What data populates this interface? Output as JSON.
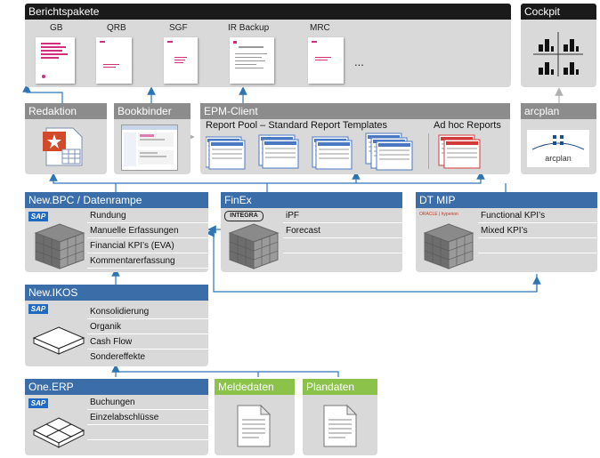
{
  "berichtspakete": {
    "title": "Berichtspakete",
    "items": [
      "GB",
      "QRB",
      "SGF",
      "IR Backup",
      "MRC"
    ],
    "more": "..."
  },
  "cockpit": {
    "title": "Cockpit"
  },
  "redaktion": {
    "title": "Redaktion"
  },
  "bookbinder": {
    "title": "Bookbinder"
  },
  "epm": {
    "title": "EPM-Client",
    "pool_label": "Report Pool – Standard Report Templates",
    "adhoc_label": "Ad hoc Reports"
  },
  "arcplan": {
    "title": "arcplan",
    "logo_text": "arcplan"
  },
  "newbpc": {
    "title": "New.BPC / Datenrampe",
    "badge": "SAP",
    "rows": [
      "Rundung",
      "Manuelle Erfassungen",
      "Financial KPI’s (EVA)",
      "Kommentarerfassung"
    ]
  },
  "finex": {
    "title": "FinEx",
    "logo_text": "INTEGRA",
    "rows": [
      "iPF",
      "Forecast",
      "",
      ""
    ]
  },
  "dtmip": {
    "title": "DT MIP",
    "logo_text": "ORACLE | hyperion",
    "rows": [
      "Functional KPI’s",
      "Mixed KPI’s",
      "",
      ""
    ]
  },
  "newikos": {
    "title": "New.IKOS",
    "badge": "SAP",
    "rows": [
      "Konsolidierung",
      "Organik",
      "Cash Flow",
      "Sondereffekte"
    ]
  },
  "oneerp": {
    "title": "One.ERP",
    "badge": "SAP",
    "rows": [
      "Buchungen",
      "Einzelabschlüsse",
      "",
      ""
    ]
  },
  "meldedaten": {
    "title": "Meldedaten"
  },
  "plandaten": {
    "title": "Plandaten"
  },
  "colors": {
    "blue_header": "#3b6ea8",
    "gray_header": "#8c8c8c",
    "black_header": "#1a1a1a",
    "green_header": "#8bc34a",
    "box_fill": "#d9d9d9",
    "arrow_blue": "#2e75b6"
  }
}
